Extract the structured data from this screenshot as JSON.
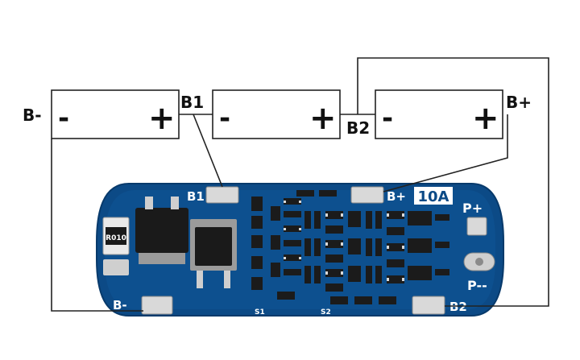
{
  "diagram": {
    "batteries": [
      {
        "id": "cell-1",
        "negative": "-",
        "positive": "+"
      },
      {
        "id": "cell-2",
        "negative": "-",
        "positive": "+"
      },
      {
        "id": "cell-3",
        "negative": "-",
        "positive": "+"
      }
    ],
    "wire_labels": {
      "b_minus": "B-",
      "b1": "B1",
      "b2": "B2",
      "b_plus": "B+"
    },
    "board": {
      "pad_b1": "B1",
      "pad_bplus": "B+",
      "rating": "10A",
      "p_plus": "P+",
      "p_minus": "P--",
      "pad_bminus": "B-",
      "pad_b2": "B2",
      "resistor_code": "R010",
      "s1": "S1",
      "s2": "S2"
    },
    "colors": {
      "pcb": "#0c4a86",
      "pcb_edge": "#083a6b",
      "pad": "#d9d9d9",
      "wire": "#222222"
    }
  }
}
